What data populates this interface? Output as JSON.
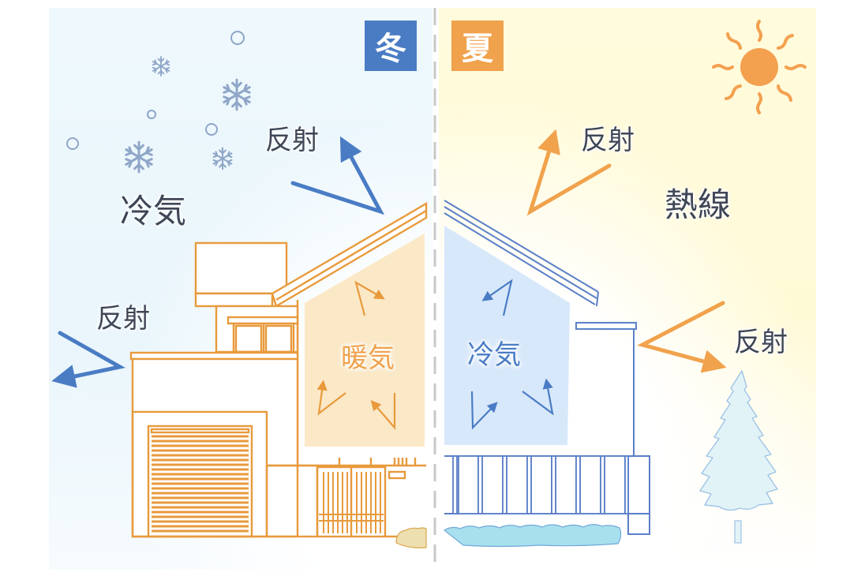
{
  "colors": {
    "winter_accent": "#4a7cc4",
    "summer_accent": "#f0a24c",
    "house_outline_winter": "#e89a3c",
    "house_outline_summer": "#5b7fc8",
    "warm_air_fill": "#fbe8c6",
    "cool_air_fill": "#d8e8fb",
    "text_dark": "#3f4656",
    "snow": "#8fa6c8",
    "sun": "#f3a04f",
    "hedge_summer": "#a9e0ee",
    "hedge_winter": "#eedfb0",
    "tree_fill": "#e2f3f8",
    "tree_stroke": "#9ec3e6"
  },
  "winter": {
    "badge": "冬",
    "outside_label": "冷気",
    "inside_label": "暖気",
    "reflect_top_label": "反射",
    "reflect_left_label": "反射"
  },
  "summer": {
    "badge": "夏",
    "heat_label": "熱線",
    "inside_label": "冷気",
    "reflect_top_label": "反射",
    "reflect_right_label": "反射"
  },
  "icons": {
    "snowflakes": [
      "snowflake-icon",
      "snowflake-icon",
      "snowflake-icon",
      "snowflake-icon"
    ],
    "sun": "sun-icon",
    "tree": "tree-icon"
  }
}
